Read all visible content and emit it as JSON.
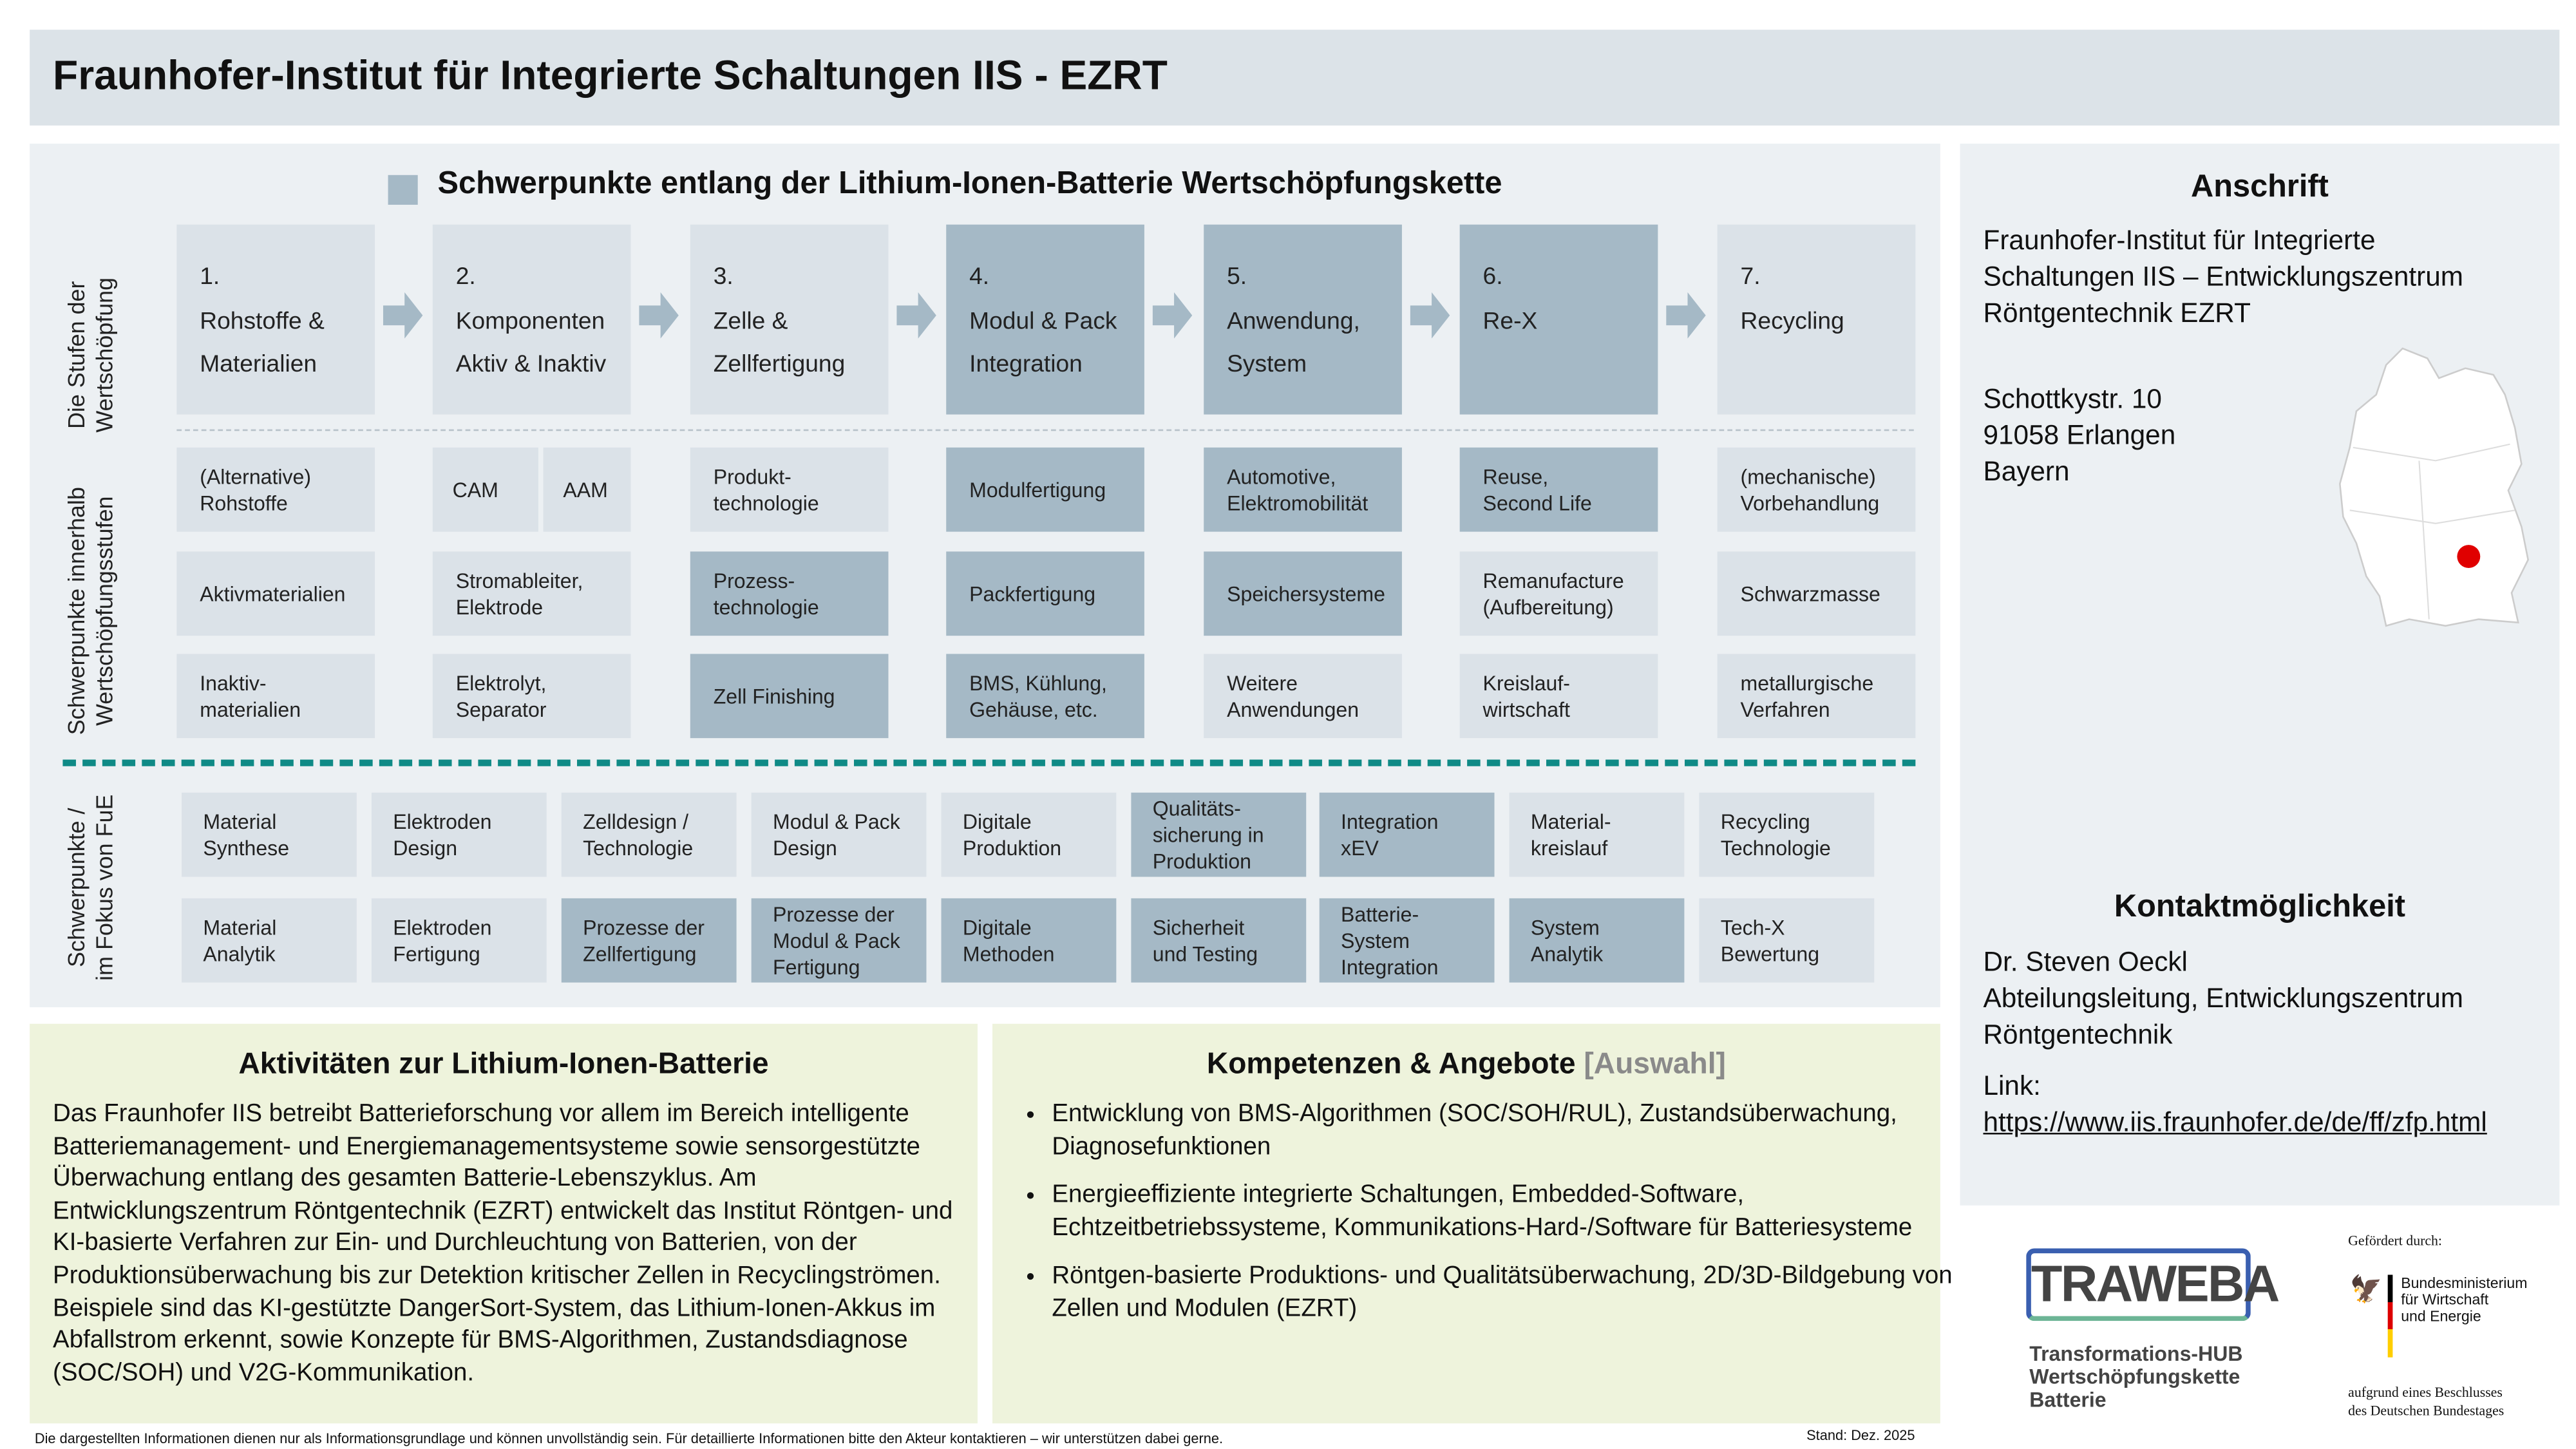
{
  "title": "Fraunhofer-Institut für Integrierte Schaltungen IIS - EZRT",
  "chain": {
    "title": "Schwerpunkte entlang der Lithium-Ionen-Batterie Wertschöpfungskette",
    "label_stages": "Die Stufen der\nWertschöpfung",
    "label_focus": "Schwerpunkte innerhalb\nWertschöpfungsstufen",
    "label_rnd": "Schwerpunkte /\nim Fokus  von FuE",
    "stages": [
      {
        "num": "1.",
        "label": "Rohstoffe &\nMaterialien",
        "highlight": false
      },
      {
        "num": "2.",
        "label": "Komponenten\nAktiv & Inaktiv",
        "highlight": false
      },
      {
        "num": "3.",
        "label": "Zelle &\nZellfertigung",
        "highlight": false
      },
      {
        "num": "4.",
        "label": "Modul & Pack\nIntegration",
        "highlight": true
      },
      {
        "num": "5.",
        "label": "Anwendung,\nSystem",
        "highlight": true
      },
      {
        "num": "6.",
        "label": "Re-X",
        "highlight": true
      },
      {
        "num": "7.",
        "label": "Recycling",
        "highlight": false
      }
    ],
    "rows": [
      [
        {
          "t": "(Alternative)\nRohstoffe",
          "h": false
        },
        {
          "t": "CAM",
          "h": false
        },
        {
          "t": "AAM",
          "h": false
        },
        {
          "t": "Produkt-\ntechnologie",
          "h": false
        },
        {
          "t": "Modulfertigung",
          "h": true
        },
        {
          "t": "Automotive,\nElektromobilität",
          "h": true
        },
        {
          "t": "Reuse,\nSecond Life",
          "h": true
        },
        {
          "t": "(mechanische)\nVorbehandlung",
          "h": false
        }
      ],
      [
        {
          "t": "Aktivmaterialien",
          "h": false
        },
        {
          "t": "Stromableiter,\nElektrode",
          "h": false
        },
        {
          "t": "Prozess-\ntechnologie",
          "h": true
        },
        {
          "t": "Packfertigung",
          "h": true
        },
        {
          "t": "Speichersysteme",
          "h": true
        },
        {
          "t": "Remanufacture\n(Aufbereitung)",
          "h": false
        },
        {
          "t": "Schwarzmasse",
          "h": false
        }
      ],
      [
        {
          "t": "Inaktiv-\nmaterialien",
          "h": false
        },
        {
          "t": "Elektrolyt,\nSeparator",
          "h": false
        },
        {
          "t": "Zell Finishing",
          "h": true
        },
        {
          "t": "BMS, Kühlung,\nGehäuse, etc.",
          "h": true
        },
        {
          "t": "Weitere\nAnwendungen",
          "h": false
        },
        {
          "t": "Kreislauf-\nwirtschaft",
          "h": false
        },
        {
          "t": "metallurgische\nVerfahren",
          "h": false
        }
      ]
    ],
    "rnd": [
      [
        {
          "t": "Material\nSynthese",
          "h": false
        },
        {
          "t": "Elektroden\nDesign",
          "h": false
        },
        {
          "t": "Zelldesign /\nTechnologie",
          "h": false
        },
        {
          "t": "Modul & Pack\nDesign",
          "h": false
        },
        {
          "t": "Digitale\nProduktion",
          "h": false
        },
        {
          "t": "Qualitäts-\nsicherung in\nProduktion",
          "h": true
        },
        {
          "t": "Integration\nxEV",
          "h": true
        },
        {
          "t": "Material-\nkreislauf",
          "h": false
        },
        {
          "t": "Recycling\nTechnologie",
          "h": false
        }
      ],
      [
        {
          "t": "Material\nAnalytik",
          "h": false
        },
        {
          "t": "Elektroden\nFertigung",
          "h": false
        },
        {
          "t": "Prozesse der\nZellfertigung",
          "h": true
        },
        {
          "t": "Prozesse der\nModul & Pack\nFertigung",
          "h": true
        },
        {
          "t": "Digitale\nMethoden",
          "h": true
        },
        {
          "t": "Sicherheit\nund Testing",
          "h": true
        },
        {
          "t": "Batterie-\nSystem\nIntegration",
          "h": true
        },
        {
          "t": "System\nAnalytik",
          "h": true
        },
        {
          "t": "Tech-X\nBewertung",
          "h": false
        }
      ]
    ]
  },
  "activities": {
    "title": "Aktivitäten zur Lithium-Ionen-Batterie",
    "text": "Das Fraunhofer IIS betreibt Batterieforschung vor allem im Bereich intelligente Batteriemanagement- und Energiemanagementsysteme sowie sensorgestützte Überwachung entlang des gesamten Batterie-Lebenszyklus. Am Entwicklungszentrum Röntgentechnik (EZRT) entwickelt das Institut Röntgen- und KI-basierte Verfahren zur Ein- und Durchleuchtung von Batterien, von der Produktionsüberwachung bis zur Detektion kritischer Zellen in Recyclingströmen. Beispiele sind das KI-gestützte DangerSort-System, das Lithium-Ionen-Akkus im Abfallstrom erkennt, sowie Konzepte für BMS-Algorithmen, Zustandsdiagnose (SOC/SOH) und V2G-Kommunikation."
  },
  "competences": {
    "title": "Kompetenzen & Angebote",
    "title_suffix": "[Auswahl]",
    "items": [
      "Entwicklung von BMS-Algorithmen (SOC/SOH/RUL), Zustandsüberwachung, Diagnosefunktionen",
      "Energieeffiziente integrierte Schaltungen, Embedded-Software, Echtzeitbetriebssysteme, Kommunikations-Hard-/Software für Batteriesysteme",
      "Röntgen-basierte Produktions- und Qualitätsüberwachung, 2D/3D-Bildgebung von Zellen und Modulen (EZRT)"
    ]
  },
  "address": {
    "title": "Anschrift",
    "org": "Fraunhofer-Institut für Integrierte Schaltungen IIS – Entwicklungszentrum Röntgentechnik EZRT",
    "street": "Schottkystr. 10",
    "city": "91058 Erlangen",
    "state": "Bayern"
  },
  "contact": {
    "title": "Kontaktmöglichkeit",
    "name": "Dr. Steven Oeckl",
    "role": "Abteilungsleitung, Entwicklungszentrum Röntgentechnik",
    "link_label": "Link:",
    "link": "https://www.iis.fraunhofer.de/de/ff/zfp.html"
  },
  "logos": {
    "traweba": "TRAWEBA",
    "traweba_sub": "Transformations-HUB\nWertschöpfungskette\nBatterie",
    "funded_by": "Gefördert durch:",
    "ministry": "Bundesministerium\nfür Wirtschaft\nund Energie",
    "resolution": "aufgrund eines Beschlusses\ndes Deutschen Bundestages"
  },
  "footer": {
    "disclaimer": "Die dargestellten Informationen dienen nur als Informationsgrundlage und können unvollständig sein. Für detaillierte Informationen bitte den Akteur kontaktieren – wir unterstützen dabei gerne.",
    "date": "Stand: Dez. 2025"
  },
  "colors": {
    "highlight": "#a5b9c6",
    "light": "#dbe2e8",
    "accent": "#0f8a86",
    "marker": "#e00000"
  }
}
